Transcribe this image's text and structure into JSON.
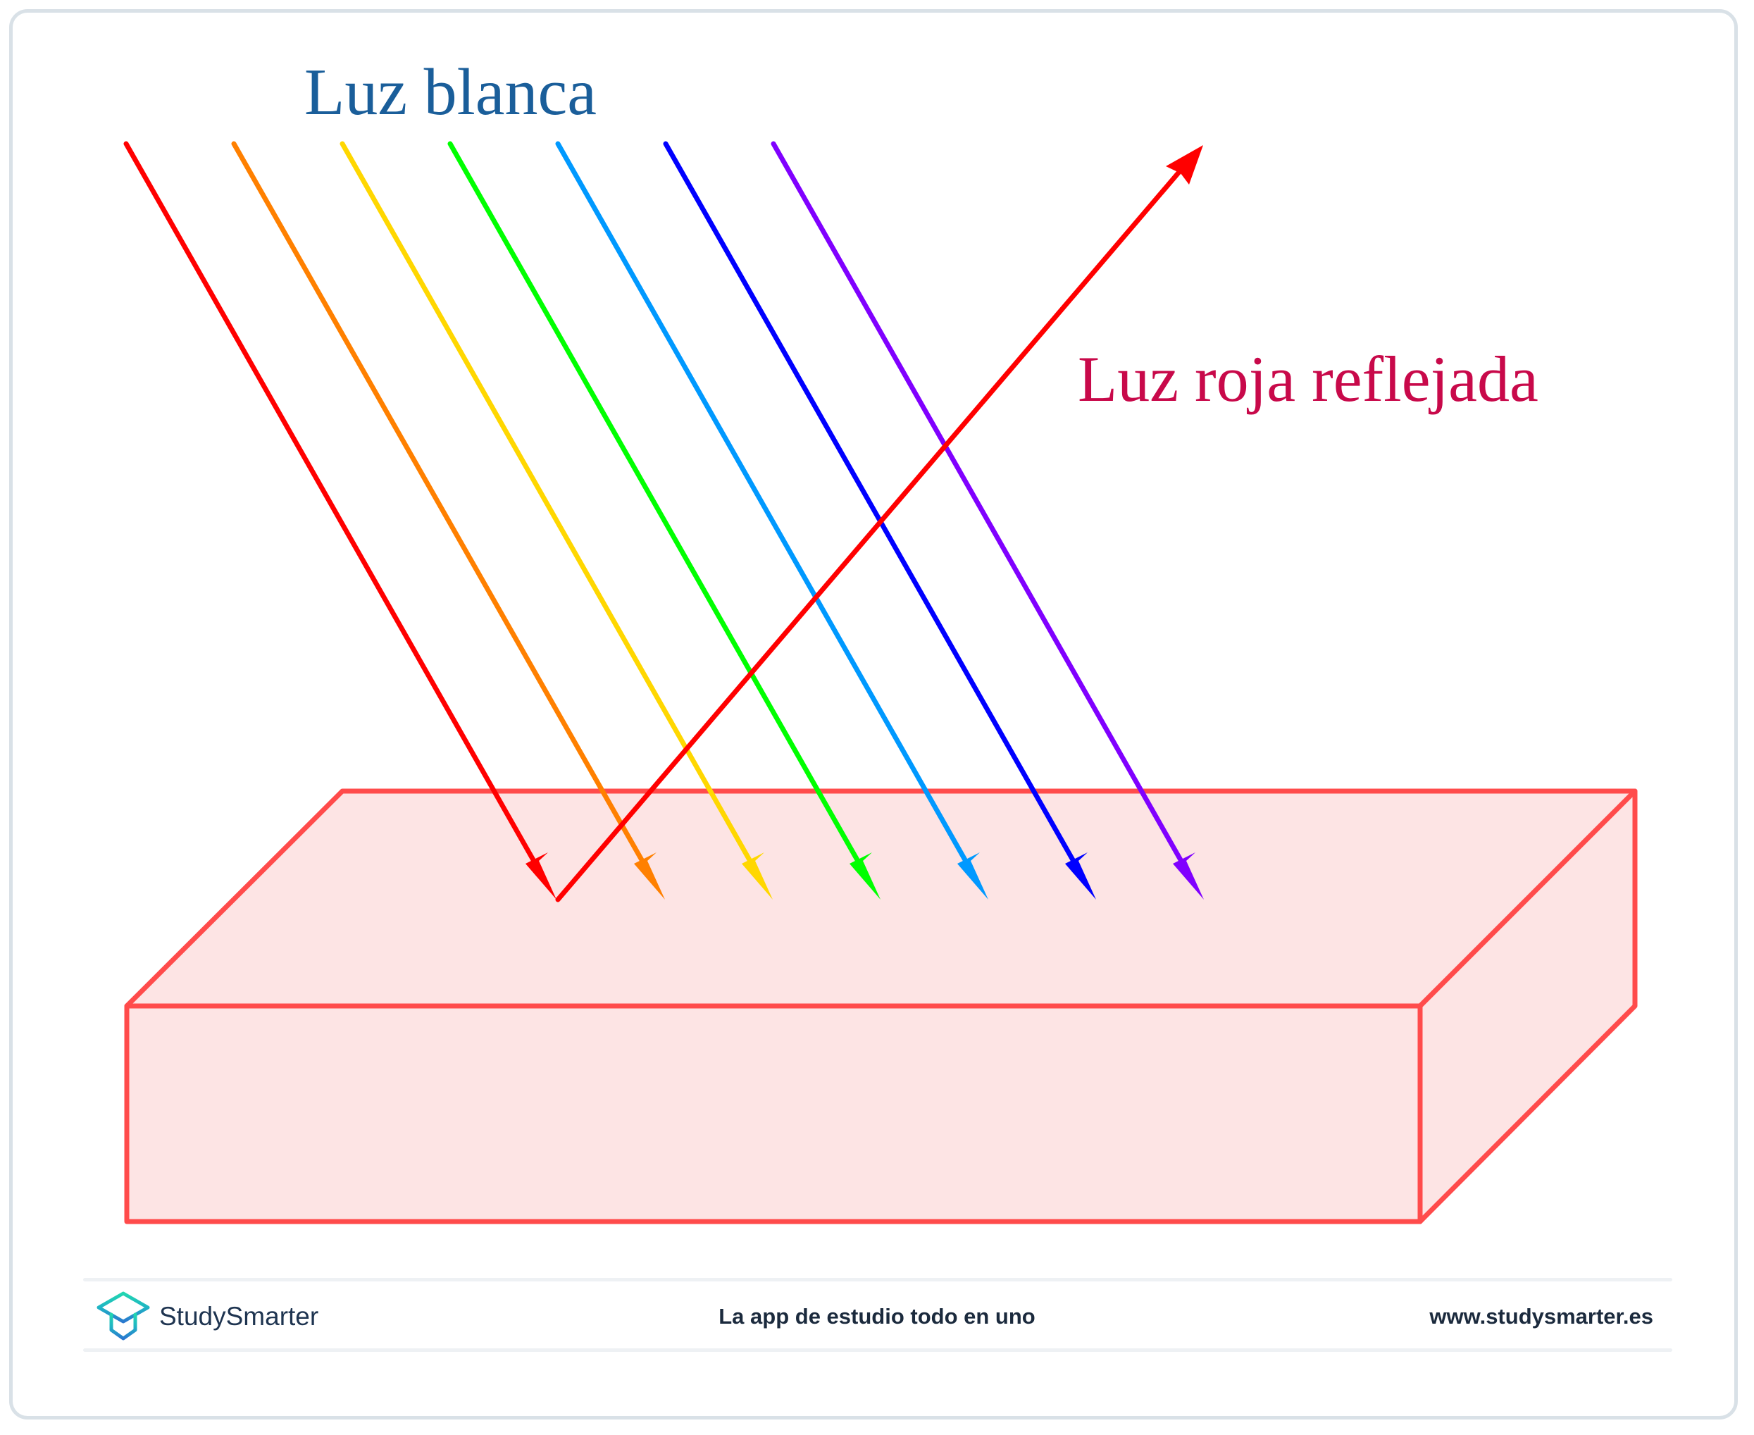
{
  "diagram": {
    "title_incident": "Luz blanca",
    "title_reflected": "Luz roja reflejada",
    "colors": {
      "incident_label": "#1a5e9a",
      "reflected_label": "#c8094a",
      "box_stroke": "#ff4b4b",
      "box_fill": "#fde4e4",
      "frame_border": "#d9e1e7"
    },
    "incident_rays": [
      {
        "name": "red",
        "color": "#ff0000"
      },
      {
        "name": "orange",
        "color": "#ff8000"
      },
      {
        "name": "yellow",
        "color": "#ffd700"
      },
      {
        "name": "green",
        "color": "#00ff00"
      },
      {
        "name": "light-blue",
        "color": "#0099ff"
      },
      {
        "name": "blue",
        "color": "#0000ff"
      },
      {
        "name": "violet",
        "color": "#8000ff"
      }
    ],
    "reflected_ray": {
      "name": "red",
      "color": "#ff0000"
    },
    "object": "pink rectangular block (reflecting surface)"
  },
  "footer": {
    "brand": "StudySmarter",
    "tagline": "La app de estudio todo en uno",
    "url": "www.studysmarter.es",
    "logo_icon": "graduation-cap-cube-icon"
  }
}
